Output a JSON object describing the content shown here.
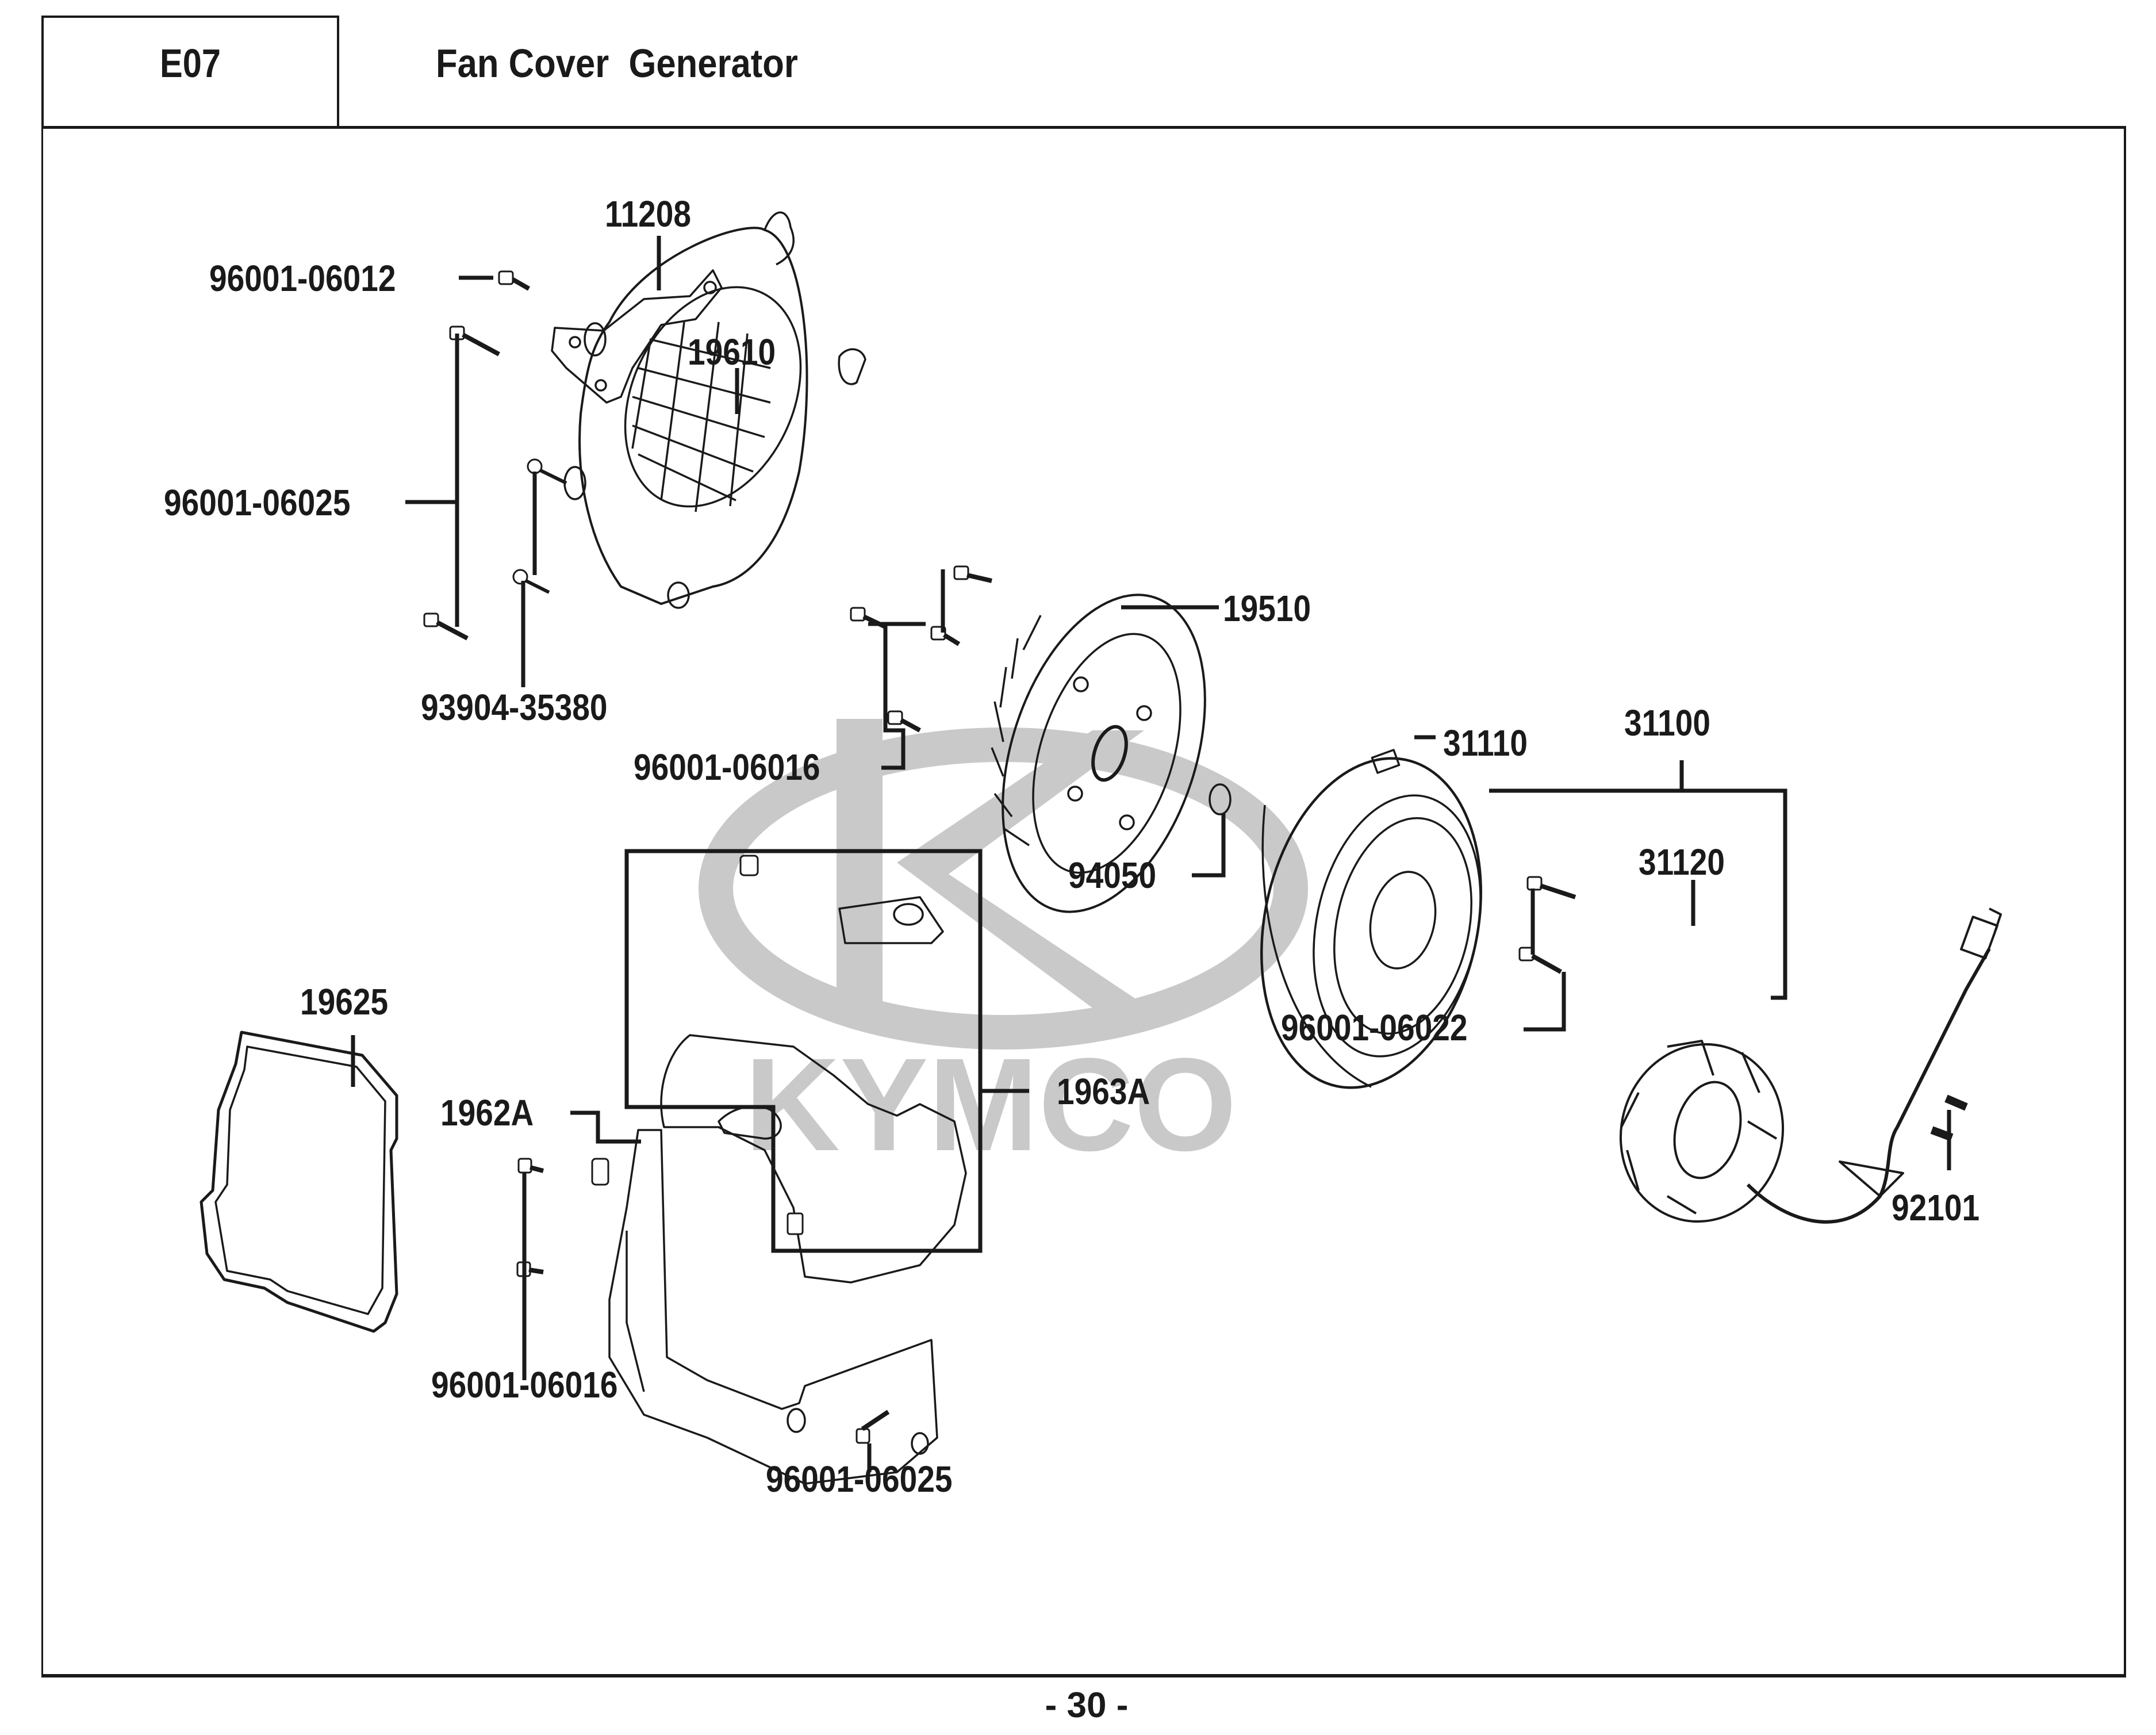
{
  "header": {
    "section_code": "E07",
    "title": "Fan Cover  Generator"
  },
  "watermark": {
    "brand": "KYMCO",
    "color": "#c9c9c9"
  },
  "parts": [
    {
      "id": "p-11208",
      "number": "11208",
      "description": "bracket"
    },
    {
      "id": "p-96001-06012",
      "number": "96001-06012",
      "description": "bolt"
    },
    {
      "id": "p-19610",
      "number": "19610",
      "description": "fan cover"
    },
    {
      "id": "p-96001-06025-a",
      "number": "96001-06025",
      "description": "bolts (pair)"
    },
    {
      "id": "p-93904-35380",
      "number": "93904-35380",
      "description": "screws (pair)"
    },
    {
      "id": "p-19510",
      "number": "19510",
      "description": "cooling fan"
    },
    {
      "id": "p-96001-06016-a",
      "number": "96001-06016",
      "description": "bolts (three)"
    },
    {
      "id": "p-31110",
      "number": "31110",
      "description": "flywheel"
    },
    {
      "id": "p-31100",
      "number": "31100",
      "description": "generator assembly"
    },
    {
      "id": "p-94050",
      "number": "94050",
      "description": "nut"
    },
    {
      "id": "p-31120",
      "number": "31120",
      "description": "stator"
    },
    {
      "id": "p-96001-06022",
      "number": "96001-06022",
      "description": "bolts (pair)"
    },
    {
      "id": "p-19625",
      "number": "19625",
      "description": "gasket"
    },
    {
      "id": "p-1962A",
      "number": "1962A",
      "description": "clip"
    },
    {
      "id": "p-1963A",
      "number": "1963A",
      "description": "shroud assembly"
    },
    {
      "id": "p-96001-06016-b",
      "number": "96001-06016",
      "description": "bolts (pair)"
    },
    {
      "id": "p-96001-06025-b",
      "number": "96001-06025",
      "description": "bolt"
    },
    {
      "id": "p-92101",
      "number": "92101",
      "description": "screws (pair)"
    }
  ],
  "footer": {
    "page_number": "- 30 -"
  }
}
